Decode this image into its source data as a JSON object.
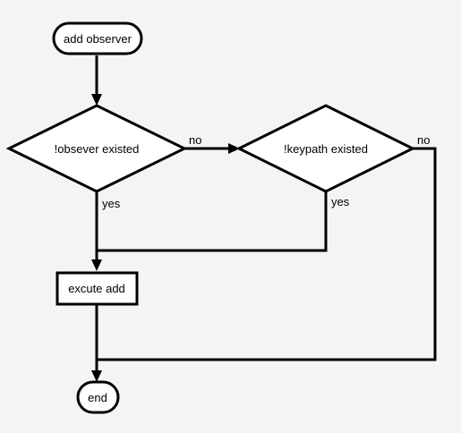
{
  "nodes": {
    "start": "add observer",
    "decision_observer": "!obsever existed",
    "decision_keypath": "!keypath existed",
    "process_add": "excute add",
    "end": "end"
  },
  "edge_labels": {
    "observer_no": "no",
    "observer_yes": "yes",
    "keypath_no": "no",
    "keypath_yes": "yes"
  },
  "colors": {
    "background": "#f4f4f4",
    "stroke": "#000000",
    "fill": "#ffffff"
  }
}
